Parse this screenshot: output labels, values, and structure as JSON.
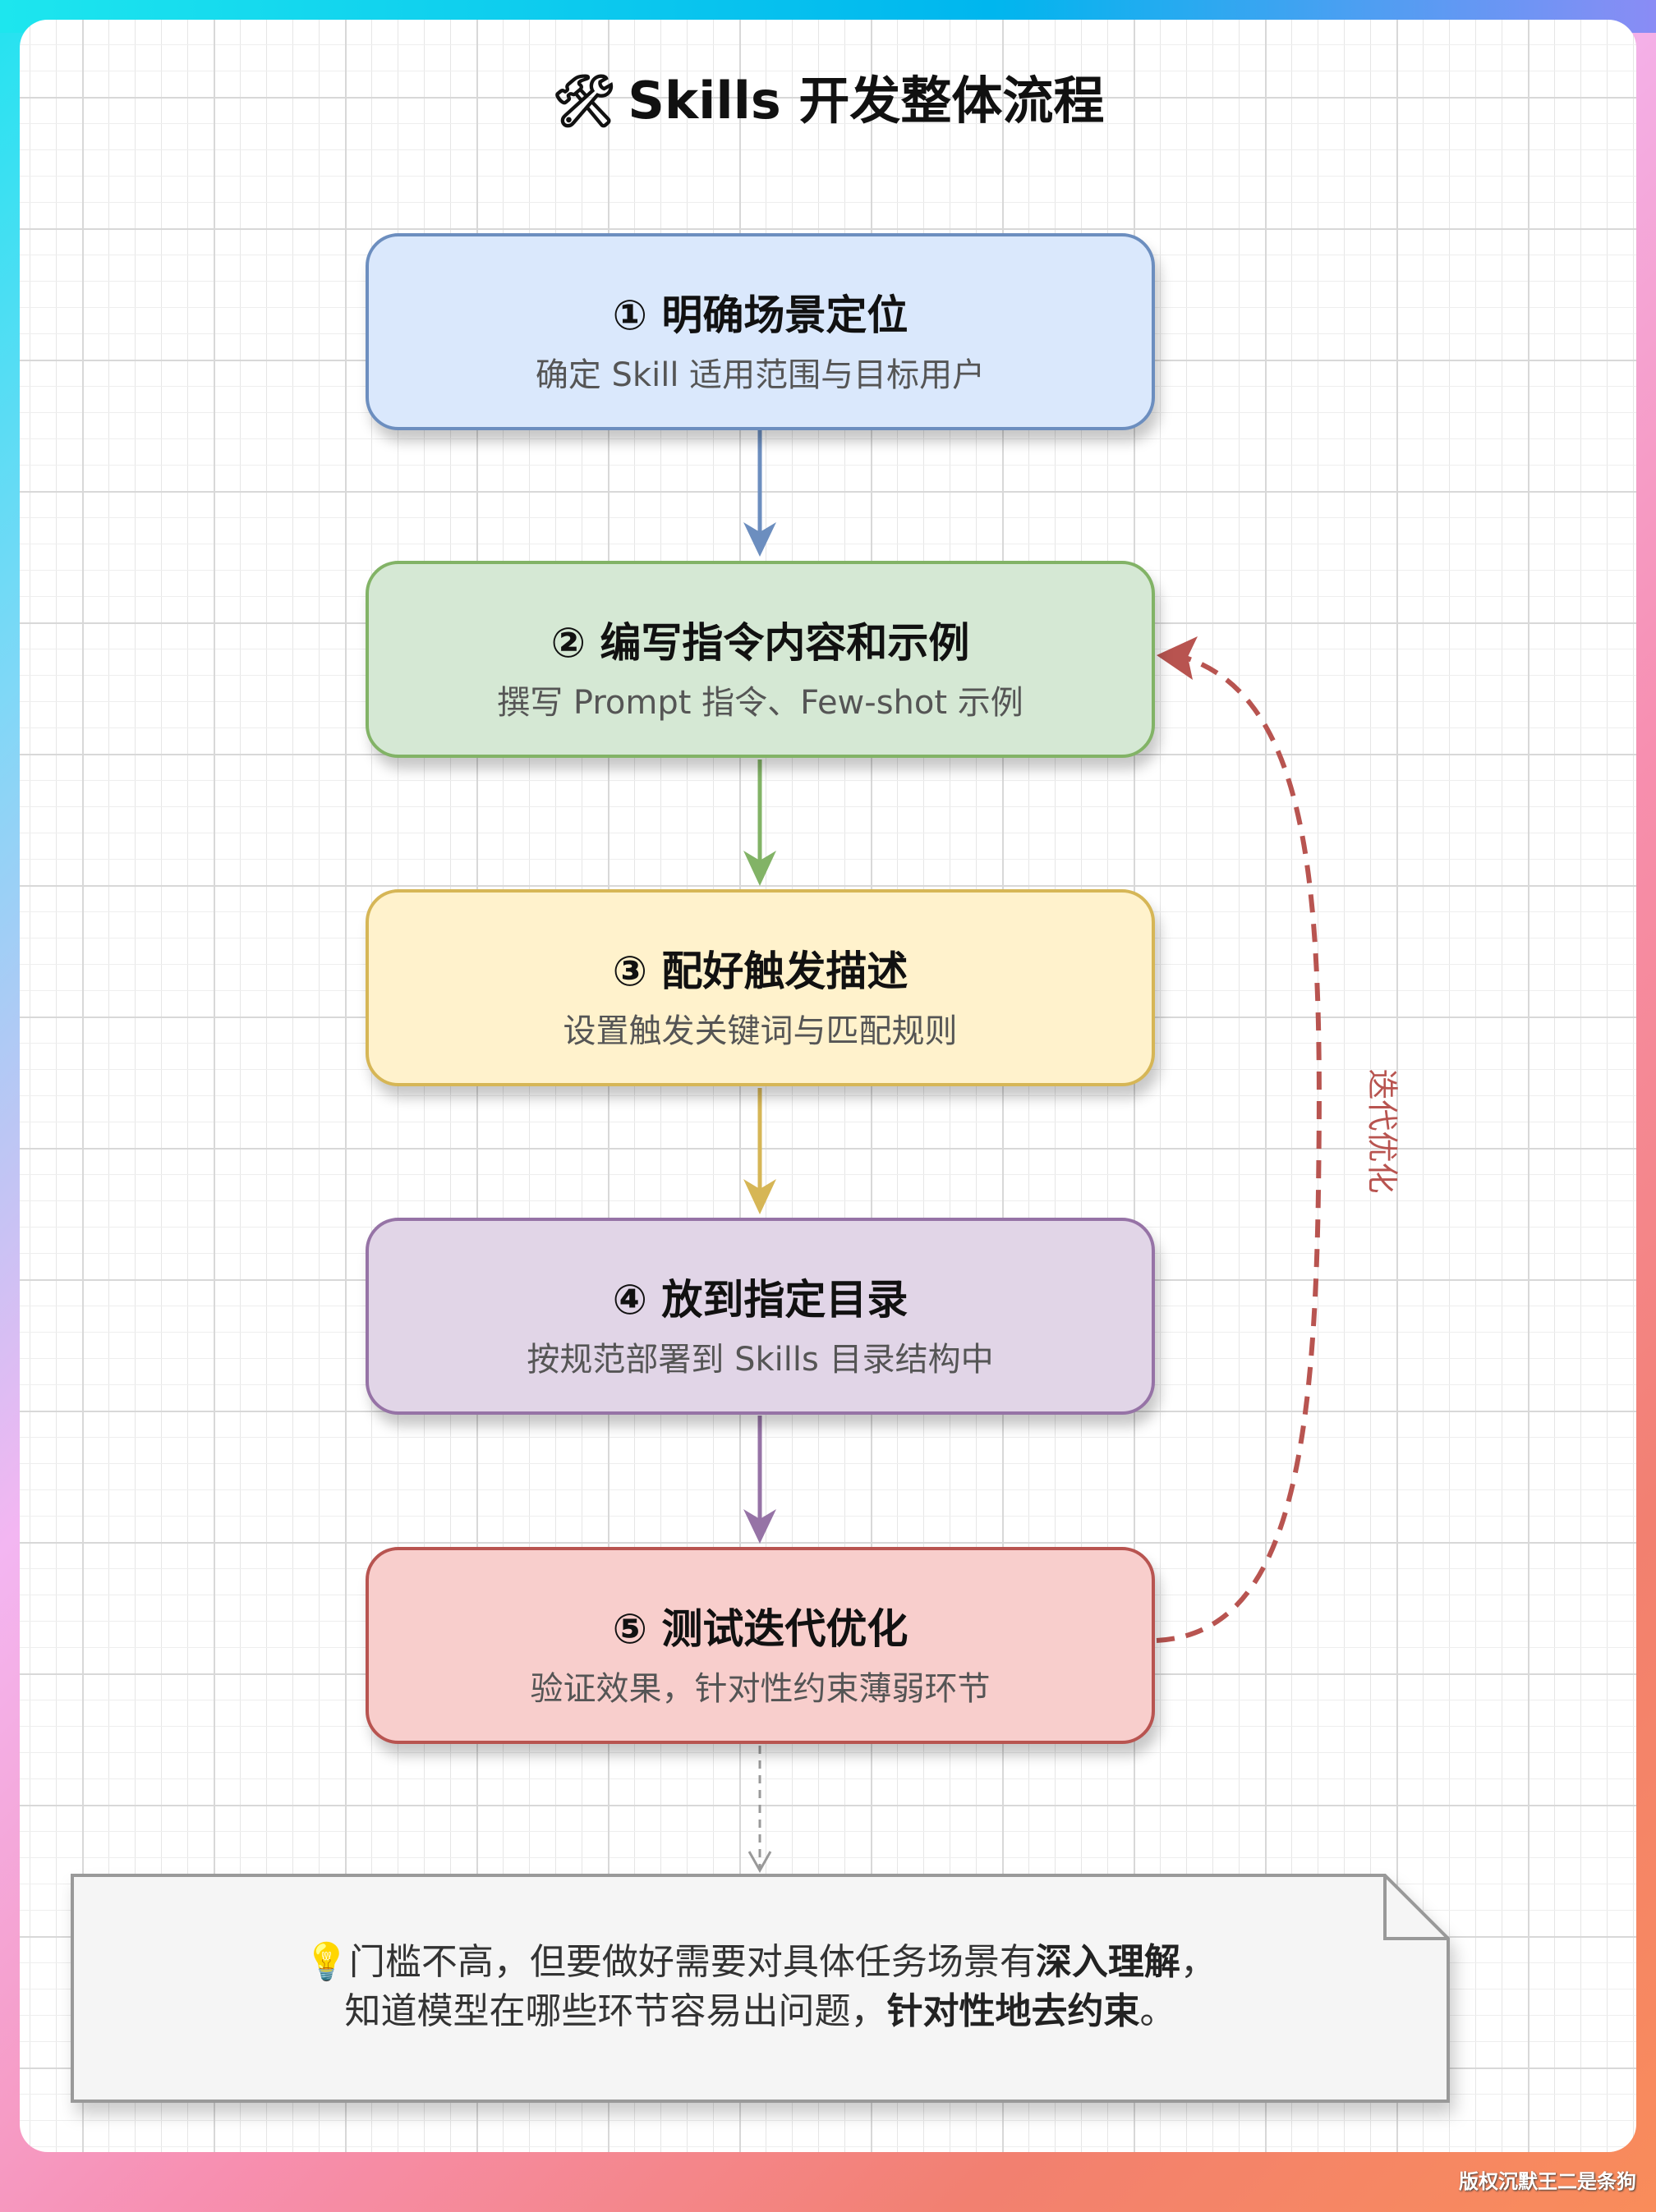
{
  "title": {
    "icon": "🛠",
    "text": "Skills 开发整体流程"
  },
  "steps": [
    {
      "title": "① 明确场景定位",
      "desc": "确定 Skill 适用范围与目标用户",
      "fill": "#dae8fc",
      "stroke": "#6c8ebf"
    },
    {
      "title": "② 编写指令内容和示例",
      "desc": "撰写 Prompt 指令、Few-shot 示例",
      "fill": "#d5e8d4",
      "stroke": "#82b366"
    },
    {
      "title": "③ 配好触发描述",
      "desc": "设置触发关键词与匹配规则",
      "fill": "#fff2cc",
      "stroke": "#d6b656"
    },
    {
      "title": "④ 放到指定目录",
      "desc": "按规范部署到 Skills 目录结构中",
      "fill": "#e1d5e7",
      "stroke": "#9673a6"
    },
    {
      "title": "⑤ 测试迭代优化",
      "desc": "验证效果，针对性约束薄弱环节",
      "fill": "#f8cecc",
      "stroke": "#b85450"
    }
  ],
  "loop": {
    "label": "迭代优化",
    "color": "#b85450"
  },
  "note": {
    "icon": "💡",
    "line1_a": "门槛不高，但要做好需要对具体任务场景有",
    "line1_b": "深入理解",
    "line1_c": "，",
    "line2_a": "知道模型在哪些环节容易出问题，",
    "line2_b": "针对性地去约束",
    "line2_c": "。"
  },
  "watermark": "版权沉默王二是条狗"
}
